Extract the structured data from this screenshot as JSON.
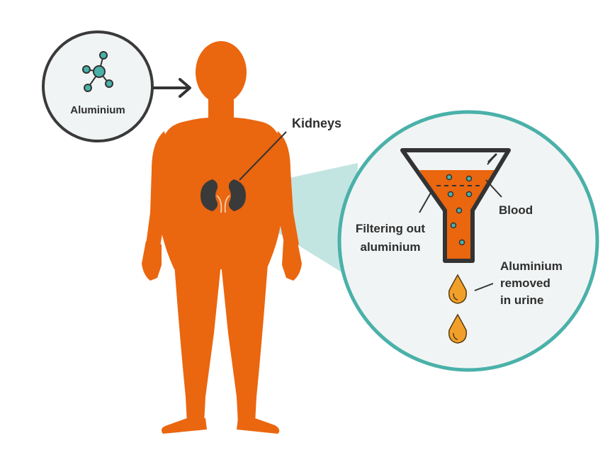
{
  "labels": {
    "aluminium_source": "Aluminium",
    "kidneys": "Kidneys",
    "blood": "Blood",
    "filtering_line1": "Filtering out",
    "filtering_line2": "aluminium",
    "removed_line1": "Aluminium",
    "removed_line2": "removed",
    "removed_line3": "in urine"
  },
  "colors": {
    "body": "#ea660f",
    "teal": "#4ab1a9",
    "teal_light": "#b9e0dc",
    "dark": "#333333",
    "drop": "#f0a02a",
    "panel_bg": "#f1f4f4"
  },
  "icons": [
    "molecule-icon",
    "arrow-right-icon",
    "kidney-icon",
    "funnel-icon",
    "urine-drop-icon"
  ]
}
